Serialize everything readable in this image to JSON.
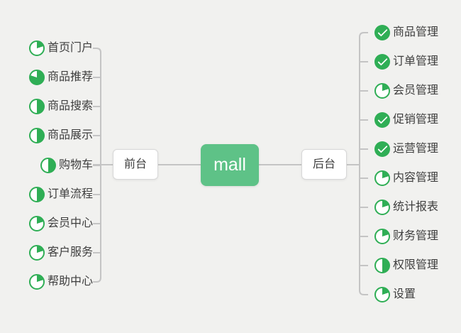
{
  "root": {
    "label": "mall"
  },
  "branches": [
    {
      "side": "left",
      "label": "前台",
      "items": [
        {
          "label": "首页门户",
          "marker": "progress",
          "percent": 20
        },
        {
          "label": "商品推荐",
          "marker": "progress",
          "percent": 80
        },
        {
          "label": "商品搜索",
          "marker": "progress",
          "percent": 50
        },
        {
          "label": "商品展示",
          "marker": "progress",
          "percent": 50
        },
        {
          "label": "购物车",
          "marker": "progress",
          "percent": 50
        },
        {
          "label": "订单流程",
          "marker": "progress",
          "percent": 50
        },
        {
          "label": "会员中心",
          "marker": "progress",
          "percent": 20
        },
        {
          "label": "客户服务",
          "marker": "progress",
          "percent": 20
        },
        {
          "label": "帮助中心",
          "marker": "progress",
          "percent": 20
        }
      ]
    },
    {
      "side": "right",
      "label": "后台",
      "items": [
        {
          "label": "商品管理",
          "marker": "done"
        },
        {
          "label": "订单管理",
          "marker": "done"
        },
        {
          "label": "会员管理",
          "marker": "progress",
          "percent": 20
        },
        {
          "label": "促销管理",
          "marker": "done"
        },
        {
          "label": "运营管理",
          "marker": "done"
        },
        {
          "label": "内容管理",
          "marker": "progress",
          "percent": 20
        },
        {
          "label": "统计报表",
          "marker": "progress",
          "percent": 20
        },
        {
          "label": "财务管理",
          "marker": "progress",
          "percent": 20
        },
        {
          "label": "权限管理",
          "marker": "progress",
          "percent": 50
        },
        {
          "label": "设置",
          "marker": "progress",
          "percent": 20
        }
      ]
    }
  ],
  "colors": {
    "background": "#f1f1ef",
    "accent_green": "#2fae55",
    "root_green": "#5ec287",
    "line_gray": "#c4c4c4",
    "node_border": "#d8d8d8",
    "text": "#3e3e3e"
  }
}
